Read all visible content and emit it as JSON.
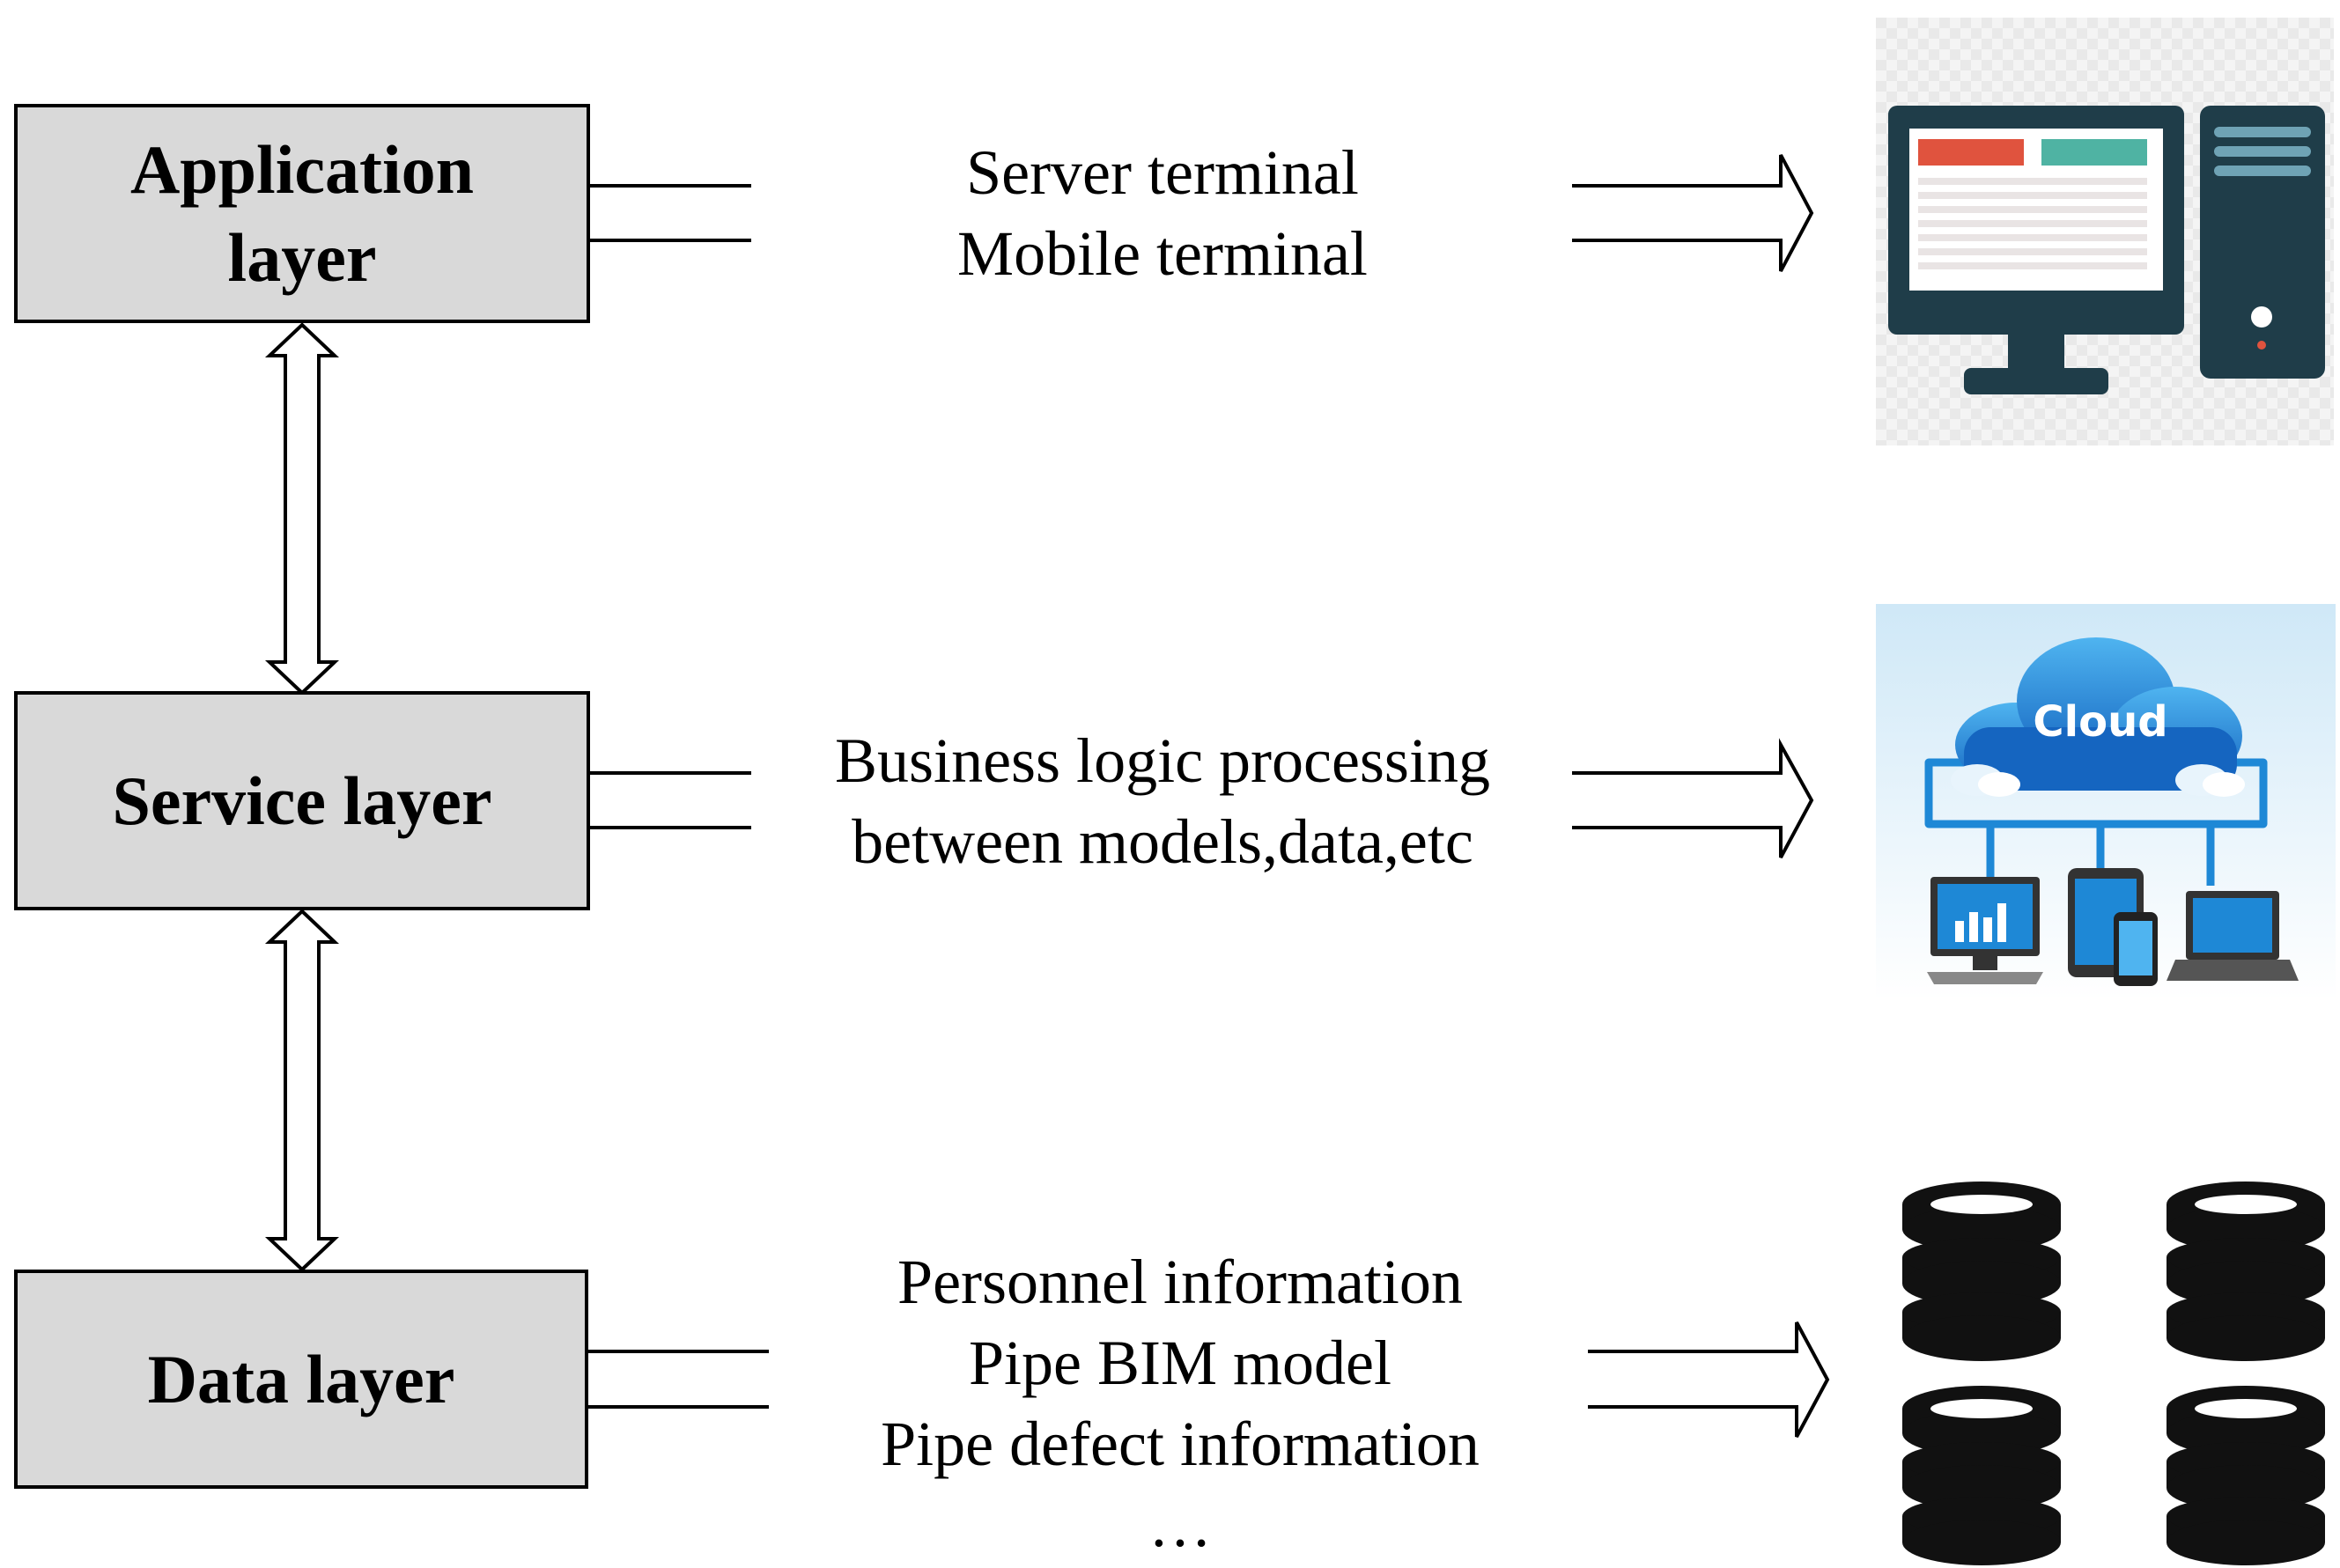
{
  "layers": {
    "application": {
      "line1": "Application",
      "line2": "layer"
    },
    "service": {
      "label": "Service layer"
    },
    "data": {
      "label": "Data layer"
    }
  },
  "descriptions": {
    "application": {
      "line1": "Server terminal",
      "line2": "Mobile terminal"
    },
    "service": {
      "line1": "Business logic processing",
      "line2": "between models,data,etc"
    },
    "data": {
      "line1": "Personnel information",
      "line2": "Pipe BIM model",
      "line3": "Pipe defect information",
      "line4": "…"
    }
  },
  "icons": {
    "application": "desktop-computer-icon",
    "service": "cloud-network-icon",
    "data": "database-stack-icon",
    "cloud_text": "Cloud"
  },
  "colors": {
    "box_fill": "#d9d9d9",
    "monitor_dark": "#1f3d49",
    "monitor_red": "#e0533e",
    "monitor_teal": "#4fb3a3",
    "cloud_blue": "#1e88d6",
    "cloud_bg": "#d6ecf8",
    "database_black": "#111111"
  }
}
